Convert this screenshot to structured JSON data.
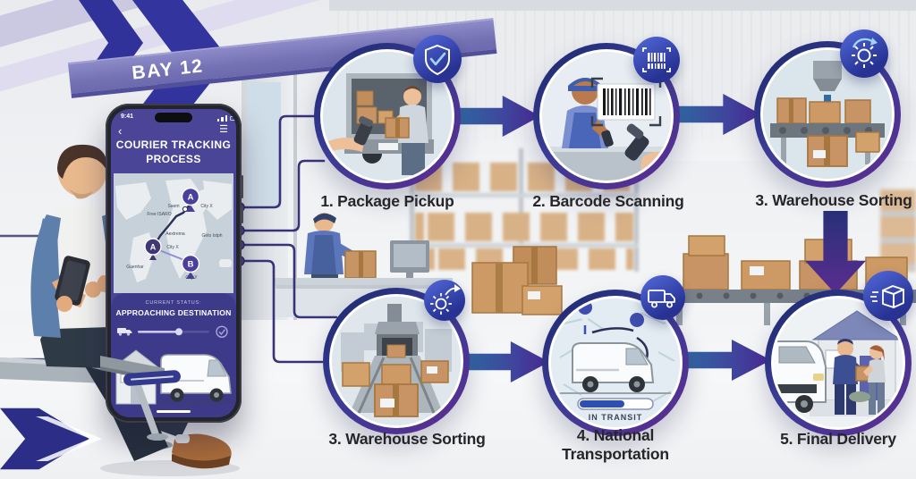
{
  "scene": {
    "bay_sign": "BAY 12"
  },
  "phone": {
    "status_bar": {
      "time": "9:41"
    },
    "nav": {
      "back_icon": "‹",
      "menu_icon": "☰"
    },
    "title_line1": "COURIER TRACKING",
    "title_line2": "PROCESS",
    "map": {
      "markers": {
        "origin": "A",
        "mid": "A",
        "destination": "B"
      },
      "labels": {
        "saem": "Saem",
        "city_x_top": "City X",
        "free_isaro": "Free ISARO",
        "aextrema": "Aextrema",
        "geto_istph": "Geto Istph",
        "city_x_mid": "City X",
        "city_y": "City Y",
        "guenhar": "Guenhar"
      }
    },
    "status_card": {
      "label": "CURRENT STATUS:",
      "value": "APPROACHING DESTINATION"
    }
  },
  "flow": {
    "top_steps": [
      {
        "label": "1. Package Pickup",
        "badge_icon": "shield-check-icon"
      },
      {
        "label": "2. Barcode Scanning",
        "badge_icon": "barcode-icon"
      },
      {
        "label": "3. Warehouse Sorting",
        "badge_icon": "sync-gear-icon"
      }
    ],
    "bottom_steps": [
      {
        "label": "3. Warehouse Sorting",
        "badge_icon": "gear-arrow-icon"
      },
      {
        "label": "4. National Transportation",
        "label_line1": "4. National",
        "label_line2": "Transportation",
        "badge_icon": "delivery-truck-icon",
        "transit_text": "IN TRANSIT"
      },
      {
        "label": "5. Final Delivery",
        "badge_icon": "package-shipped-icon"
      }
    ]
  },
  "colors": {
    "accent_purple": "#5b2d90",
    "accent_navy": "#1c2a6e",
    "arrow_gradient_start": "#2f6ba4",
    "arrow_gradient_end": "#4b2a96",
    "banner_purple": "#7472b4",
    "connector_line": "#39327a",
    "phone_header": "#4a4597",
    "phone_card": "#3e3a8a",
    "step_label_text": "#26262a",
    "box_brown": "#c89465"
  }
}
